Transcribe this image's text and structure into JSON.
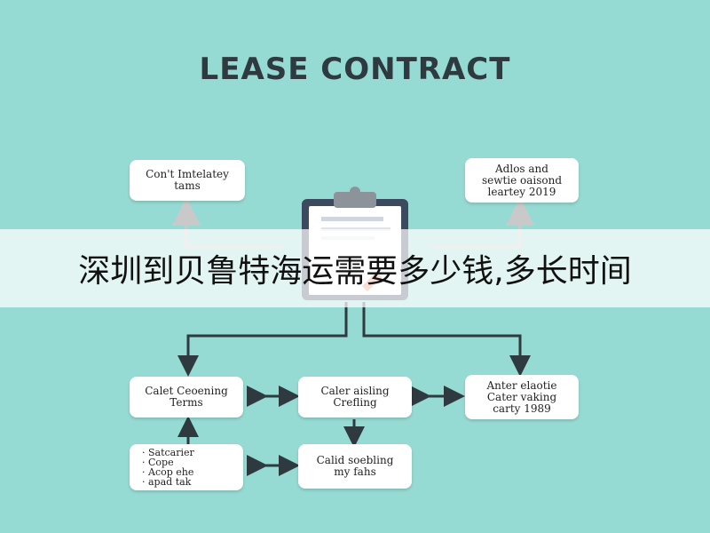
{
  "title": "LEASE CONTRACT",
  "banner_text": "深圳到贝鲁特海运需要多少钱,多长时间",
  "boxes": {
    "top_left": [
      "Con't Imtelatey",
      "tams"
    ],
    "top_right": [
      "Adlos and",
      "sewtie oaisond",
      "leartey 2019"
    ],
    "mid_left": [
      "Calet Ceoening",
      "Terms"
    ],
    "mid_center": [
      "Caler aisling",
      "Crefling"
    ],
    "mid_right": [
      "Anter elaotie",
      "Cater vaking",
      "carty 1989"
    ],
    "bottom_left": [
      "Satcarier",
      "Cope",
      "Acop ehe",
      "apad tak"
    ],
    "bottom_center": [
      "Calid soebling",
      "my fahs"
    ]
  },
  "colors": {
    "background": "#96dbd3",
    "arrow": "#2f3a40",
    "light_arrow": "#c9c9c9",
    "clipboard_frame": "#3b4a5e",
    "clipboard_clip": "#8d939a",
    "accent_pen": "#e88a6b"
  }
}
